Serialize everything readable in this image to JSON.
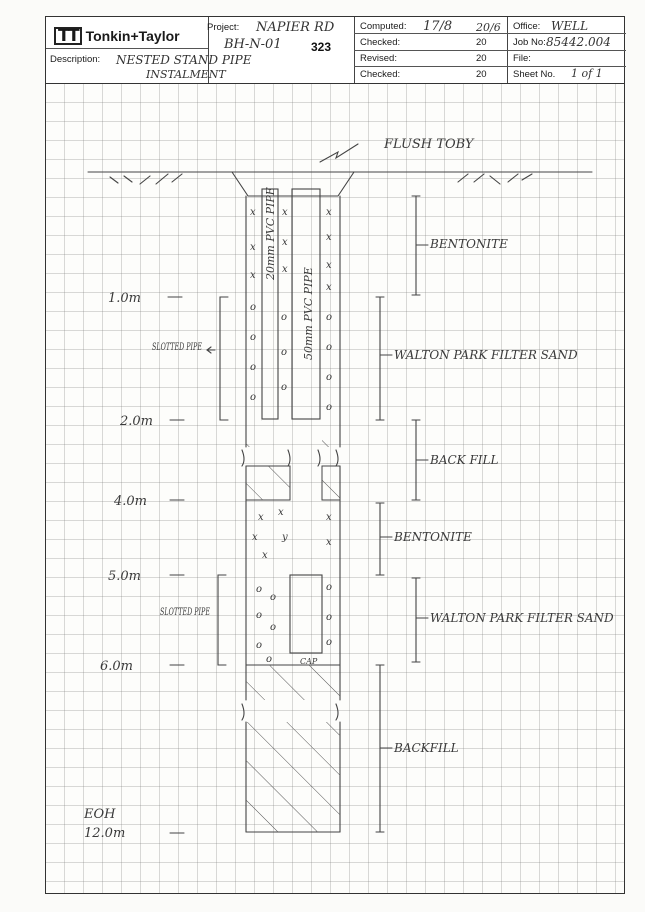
{
  "header": {
    "company": "Tonkin+Taylor",
    "logo_mark": "TT",
    "project_label": "Project:",
    "project_value_line1": "NAPIER RD",
    "project_value_line2": "BH-N-01",
    "project_number": "323",
    "description_label": "Description:",
    "description_line1": "NESTED STAND PIPE",
    "description_line2": "INSTALMENT",
    "computed_label": "Computed:",
    "computed_value": "17/8",
    "computed_year": "20/6",
    "checked_label_1": "Checked:",
    "checked_year_1": "20",
    "revised_label": "Revised:",
    "revised_year": "20",
    "checked_label_2": "Checked:",
    "checked_year_2": "20",
    "office_label": "Office:",
    "office_value": "WELL",
    "jobno_label": "Job No:",
    "jobno_value": "85442.004",
    "file_label": "File:",
    "file_value": "",
    "sheet_label": "Sheet No.",
    "sheet_value": "1 of 1"
  },
  "drawing": {
    "surface_note": "FLUSH TOBY",
    "depths": [
      "1.0m",
      "2.0m",
      "4.0m",
      "5.0m",
      "6.0m"
    ],
    "eoh_label": "EOH",
    "eoh_depth": "12.0m",
    "pipe_inner": "20mm PVC PIPE",
    "pipe_outer": "50mm PVC PIPE",
    "slotted_1": "SLOTTED PIPE",
    "slotted_2": "SLOTTED PIPE",
    "cap": "CAP",
    "layers": [
      "BENTONITE",
      "WALTON PARK FILTER SAND",
      "BACK FILL",
      "BENTONITE",
      "WALTON PARK FILTER SAND",
      "BACKFILL"
    ]
  }
}
